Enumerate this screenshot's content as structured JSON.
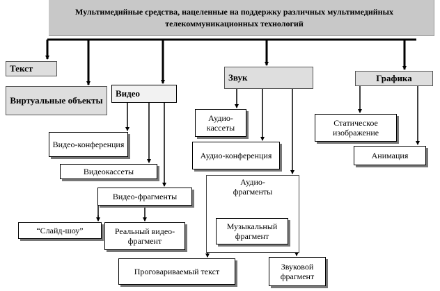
{
  "root": {
    "title": "Мультимедийные средства, нацеленные на поддержку различных мультимедийных телекоммуникационных технологий"
  },
  "categories": {
    "text": "Текст",
    "virtual": "Виртуальные объекты",
    "video": "Видео",
    "sound": "Звук",
    "graphics": "Графика"
  },
  "video": {
    "conference": "Видео-конференция",
    "cassettes": "Видеокассеты",
    "fragments": "Видео-фрагменты",
    "slideshow": "“Слайд-шоу”",
    "real_fragment": "Реальный видео-фрагмент"
  },
  "sound": {
    "cassettes": "Аудио-кассеты",
    "conference": "Аудио-конференция",
    "fragments": "Аудио-фрагменты",
    "music": "Музыкальный фрагмент",
    "spoken": "Проговариваемый текст",
    "sound_fragment": "Звуковой фрагмент"
  },
  "graphics": {
    "static": "Статическое изображение",
    "animation": "Анимация"
  }
}
